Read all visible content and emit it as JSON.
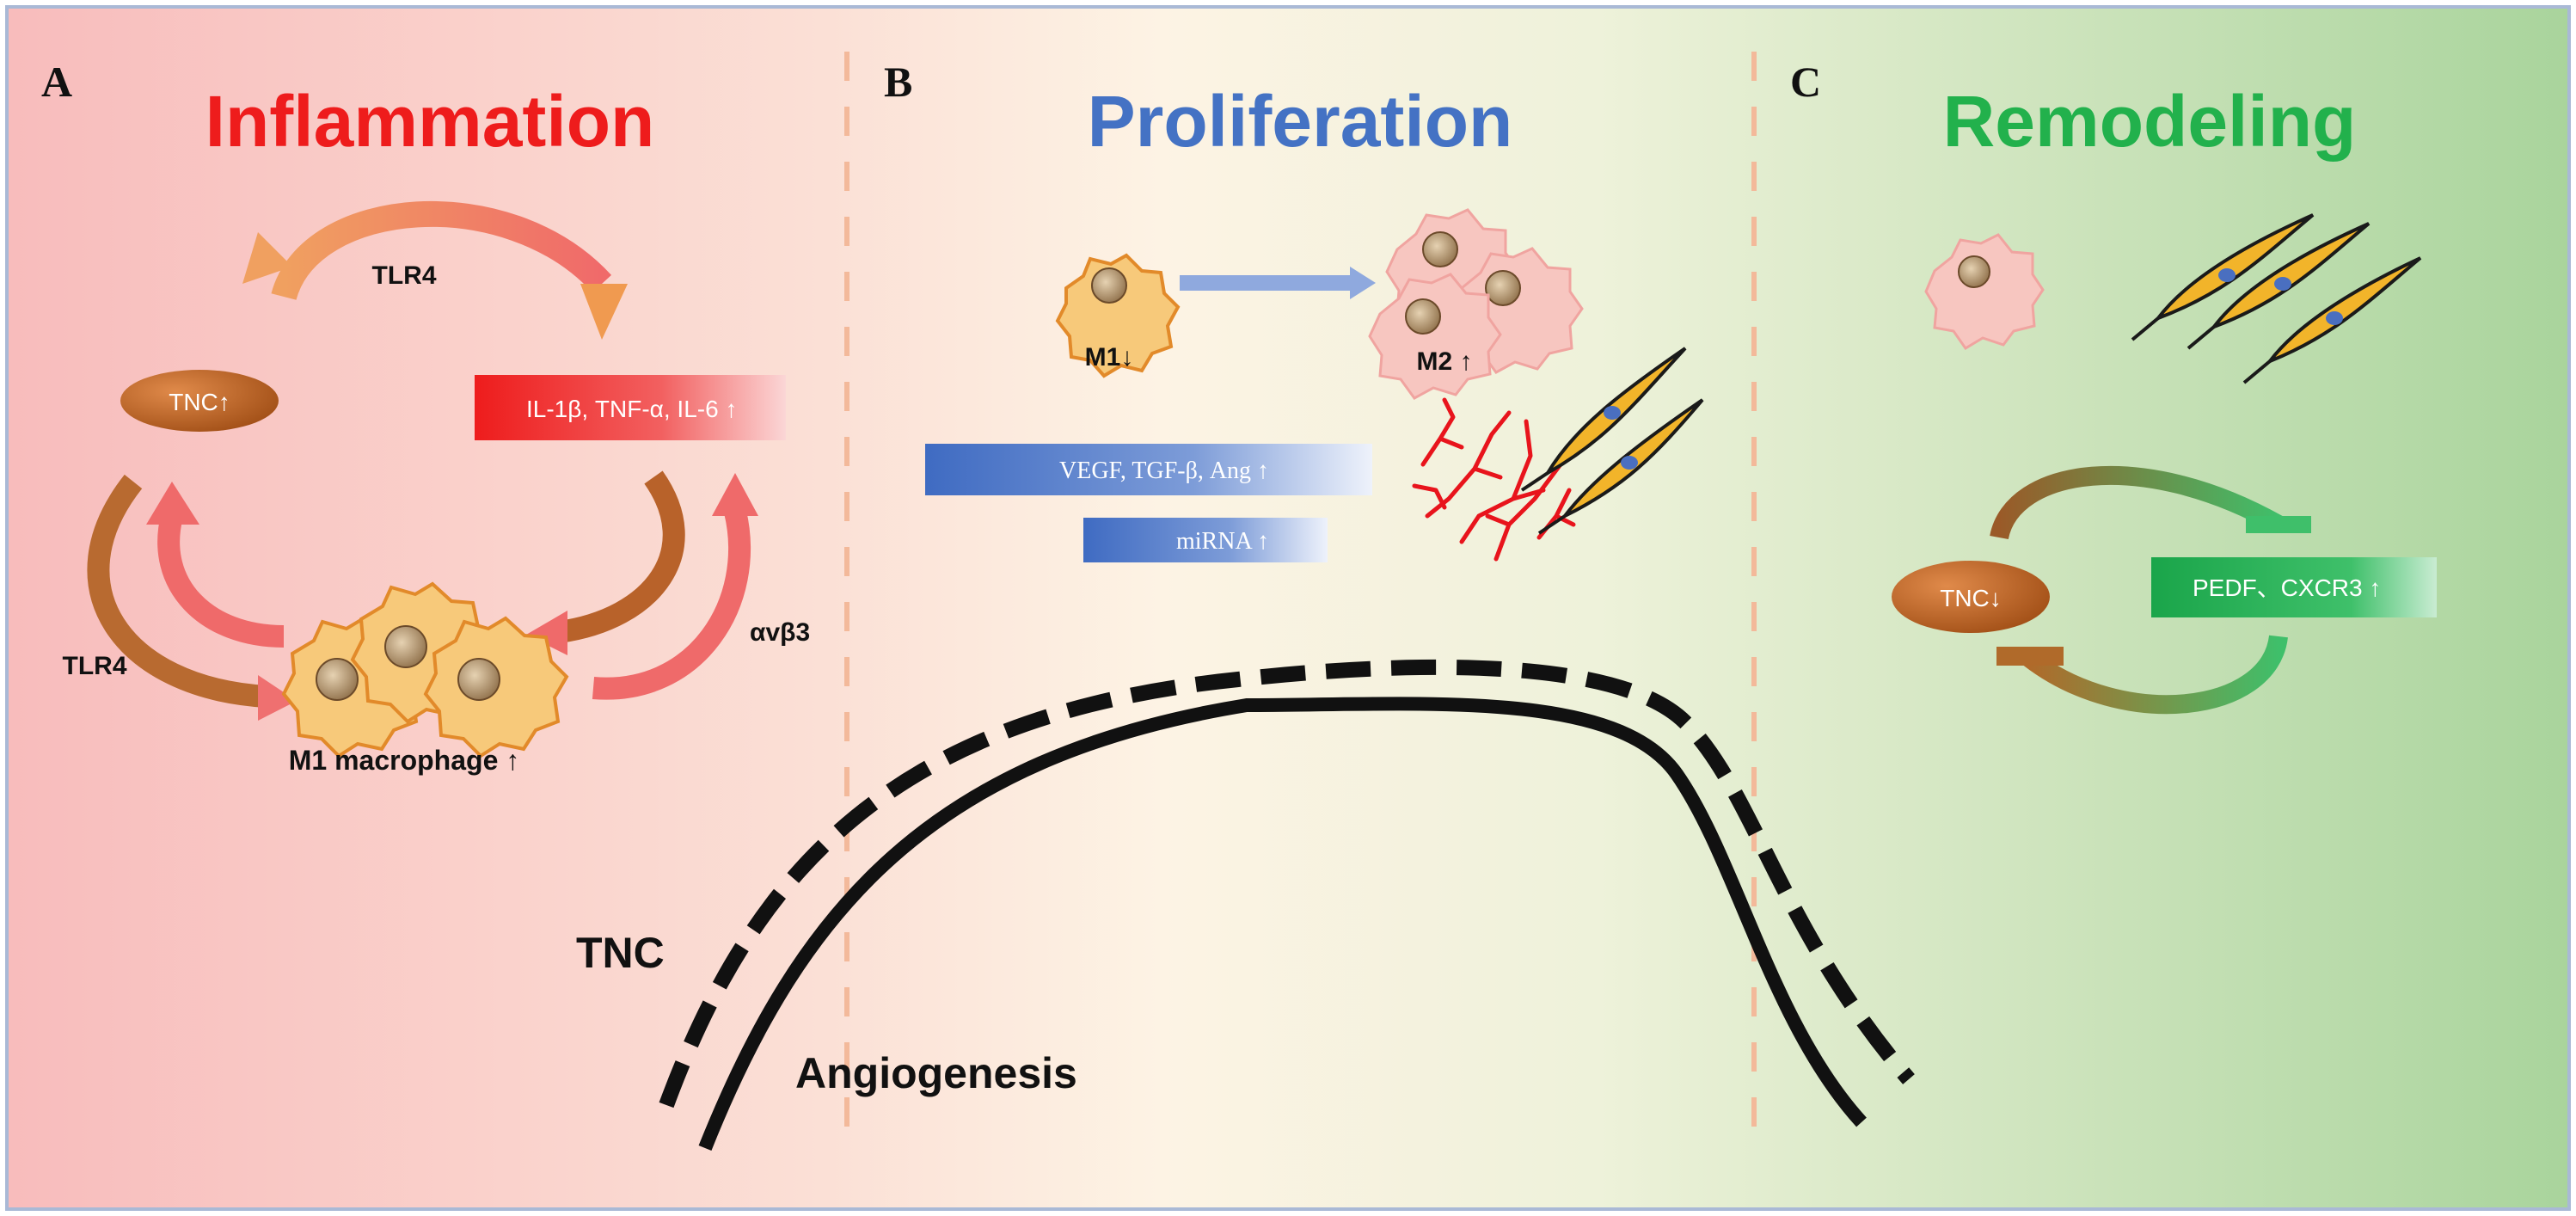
{
  "panels": {
    "a": {
      "letter": "A",
      "title": "Inflammation",
      "tnc_label": "TNC↑",
      "cytokines_label": "IL-1β, TNF-α, IL-6 ↑",
      "tlr4_top": "TLR4",
      "tlr4_left": "TLR4",
      "integrin": "αvβ3",
      "macrophage_label": "M1 macrophage ↑"
    },
    "b": {
      "letter": "B",
      "title": "Proliferation",
      "m1_label": "M1↓",
      "m2_label": "M2 ↑",
      "growth_factors": "VEGF, TGF-β, Ang ↑",
      "mirna": "miRNA ↑"
    },
    "c": {
      "letter": "C",
      "title": "Remodeling",
      "tnc_label": "TNC↓",
      "pedf_label": "PEDF、CXCR3 ↑"
    }
  },
  "curves": {
    "tnc": "TNC",
    "angiogenesis": "Angiogenesis"
  },
  "colors": {
    "inflammation": "#ee1c1c",
    "proliferation": "#4472c4",
    "remodeling": "#22b14c",
    "tnc_oval": "#b05a1e",
    "cytokine_bar": "#ee2a2a",
    "growth_bar": "#4a70c0",
    "pedf_bar": "#22b14c"
  }
}
